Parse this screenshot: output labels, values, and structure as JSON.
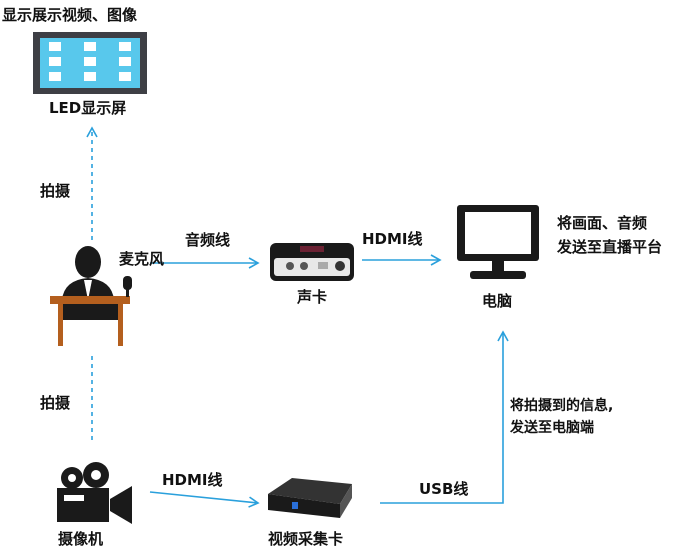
{
  "colors": {
    "arrow": "#2aa0dc",
    "screen_frame": "#3e3f45",
    "screen_fill": "#58c8ec",
    "icon_dark": "#1a1a1a",
    "desk": "#b45f1e"
  },
  "labels": {
    "display_caption": "显示展示视频、图像",
    "led_screen": "LED显示屏",
    "shoot_top": "拍摄",
    "shoot_bottom": "拍摄",
    "microphone": "麦克风",
    "audio_cable": "音频线",
    "hdmi_cable_top": "HDMI线",
    "sound_card": "声卡",
    "computer": "电脑",
    "computer_note_line1": "将画面、音频",
    "computer_note_line2": "发送至直播平台",
    "usb_note_line1": "将拍摄到的信息,",
    "usb_note_line2": "发送至电脑端",
    "camera": "摄像机",
    "hdmi_cable_bottom": "HDMI线",
    "capture_card": "视频采集卡",
    "usb_cable": "USB线"
  },
  "icons": {
    "led_screen": "led-screen-icon",
    "presenter": "presenter-at-desk-icon",
    "sound_card": "sound-card-icon",
    "monitor": "monitor-icon",
    "camera": "video-camera-icon",
    "capture_card": "capture-card-icon"
  }
}
